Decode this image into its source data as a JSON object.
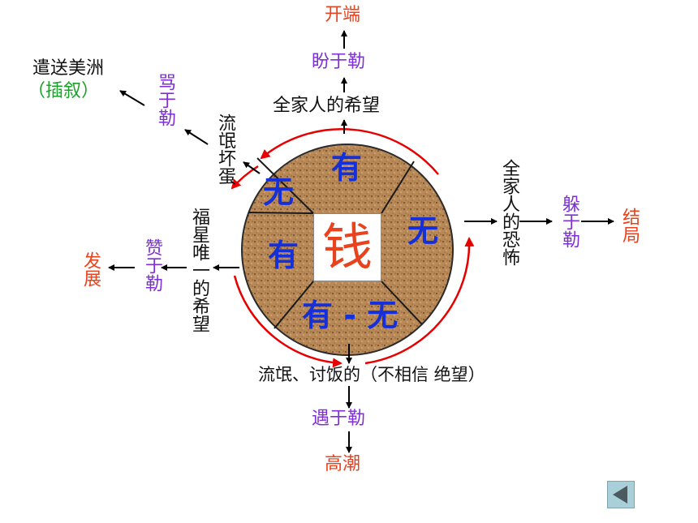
{
  "center": {
    "money": "钱",
    "seg_top": "有",
    "seg_upper_left": "无",
    "seg_right": "无",
    "seg_left": "有",
    "seg_bottom": "有 - 无"
  },
  "top_chain": {
    "hope": "全家人的希望",
    "stage": "盼于勒",
    "result": "开端"
  },
  "upper_left_chain": {
    "rogue": "流氓坏蛋",
    "stage": "骂于勒",
    "result_line1": "遣送美洲",
    "result_line2": "（插叙）"
  },
  "left_chain": {
    "hope": "福星唯一的希望",
    "stage": "赞于勒",
    "result": "发展"
  },
  "right_chain": {
    "fear": "全家人的恐怖",
    "stage": "躲于勒",
    "result": "结局"
  },
  "bottom_chain": {
    "despair": "流氓、讨饭的（不相信 绝望）",
    "stage": "遇于勒",
    "result": "高潮"
  },
  "colors": {
    "result": "#e8431e",
    "stage": "#7f2fd6",
    "insert": "#1aa12a",
    "segment": "#1530d8",
    "cycle_arrow": "#e60000",
    "cork": "#b98a58"
  }
}
